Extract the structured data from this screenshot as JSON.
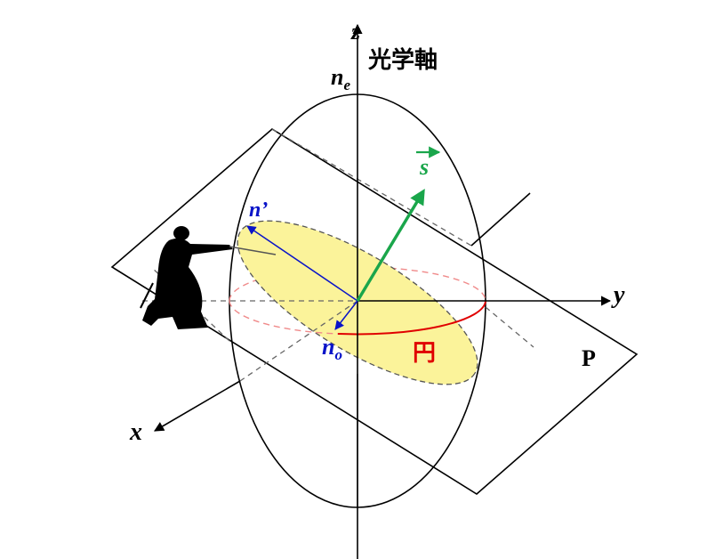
{
  "labels": {
    "z_axis": "z",
    "y_axis": "y",
    "x_axis": "x",
    "optical_axis": "光学軸",
    "ne_base": "n",
    "ne_sub": "e",
    "no_base": "n",
    "no_sub": "o",
    "n_prime": "n’",
    "s_vector": "s",
    "circle": "円",
    "plane": "P"
  },
  "colors": {
    "axes": "#000000",
    "ellipse_fill": "#fbf39a",
    "circle_back": "#f08a8a",
    "circle_front": "#e00000",
    "circle_label": "#e00000",
    "n_prime_vector": "#0a14c8",
    "s_vector": "#1aa64b",
    "dashed": "#666666"
  },
  "figure": {
    "silhouette": "kneeling-swordsman-silhouette"
  }
}
